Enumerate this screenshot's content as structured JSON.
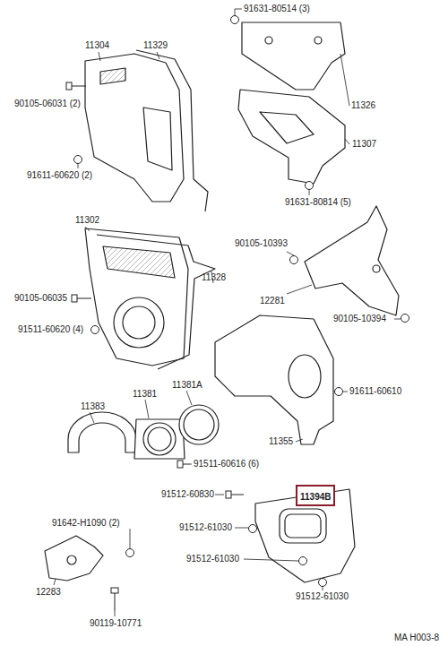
{
  "diagram": {
    "nodes": [
      {
        "text": [
          "11394B"
        ]
      }
    ],
    "labels": [
      "91631-80514 (3)",
      "11304",
      "11329",
      "11326",
      "90105-06031 (2)",
      "11307",
      "91611-60620 (2)",
      "91631-80814 (5)",
      "11302",
      "90105-10393",
      "11328",
      "90105-06035",
      "12281",
      "90105-10394",
      "91511-60620 (4)",
      "11383",
      "11381",
      "11381A",
      "91611-60610",
      "11355",
      "91511-60616 (6)",
      "91512-60830",
      "91642-H1090 (2)",
      "91512-61030",
      "91512-61030",
      "91512-61030",
      "12283",
      "90119-10771",
      "MA H003-8"
    ]
  }
}
